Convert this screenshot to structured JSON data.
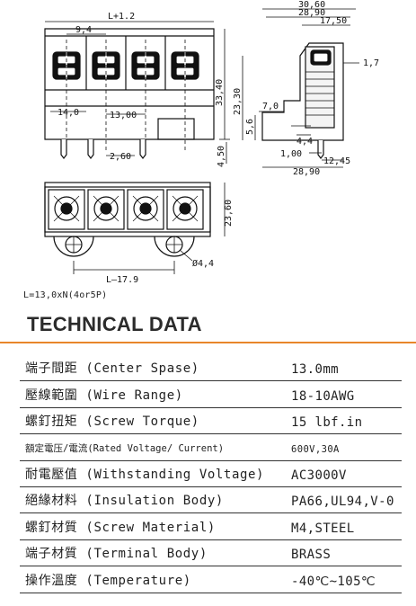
{
  "drawing": {
    "front_view": {
      "dim_top": "L+1.2",
      "dim_pitch": "9,4",
      "dim_a": "14,0",
      "dim_b": "13,00",
      "dim_c": "2,60",
      "dim_height": "33,40",
      "dim_pin": "4,50"
    },
    "side_view": {
      "dim_w1": "30,60",
      "dim_w2": "28,90",
      "dim_w3": "17,50",
      "dim_r": "1,7",
      "dim_h": "23,30",
      "dim_7": "7,0",
      "dim_56": "5,6",
      "dim_44": "4,4",
      "dim_100": "1,00",
      "dim_1245": "12,45",
      "dim_bottom": "28,90"
    },
    "top_view": {
      "dim_height": "23,60",
      "dim_hole": "Ø4,4",
      "dim_len": "L–17.9"
    }
  },
  "formula": "L=13,0xN(4or5P)",
  "section_title": "TECHNICAL DATA",
  "colors": {
    "accent": "#e8862a",
    "text": "#222222"
  },
  "specs": [
    {
      "label": "端子間距 (Center Spase)",
      "value": "13.0mm"
    },
    {
      "label": "壓線範圍 (Wire Range)",
      "value": "18-10AWG"
    },
    {
      "label": "螺釘扭矩 (Screw Torque)",
      "value": "15 lbf.in"
    },
    {
      "label": "額定電压/電流(Rated Voltage/ Current)",
      "value": "600V,30A",
      "small": true
    },
    {
      "label": "耐電壓值 (Withstanding Voltage)",
      "value": "AC3000V"
    },
    {
      "label": "絕緣材料 (Insulation Body)",
      "value": "PA66,UL94,V-0"
    },
    {
      "label": "螺釘材質 (Screw Material)",
      "value": "M4,STEEL"
    },
    {
      "label": "端子材質 (Terminal Body)",
      "value": "BRASS"
    },
    {
      "label": "操作溫度 (Temperature)",
      "value": "-40℃~105℃"
    }
  ]
}
